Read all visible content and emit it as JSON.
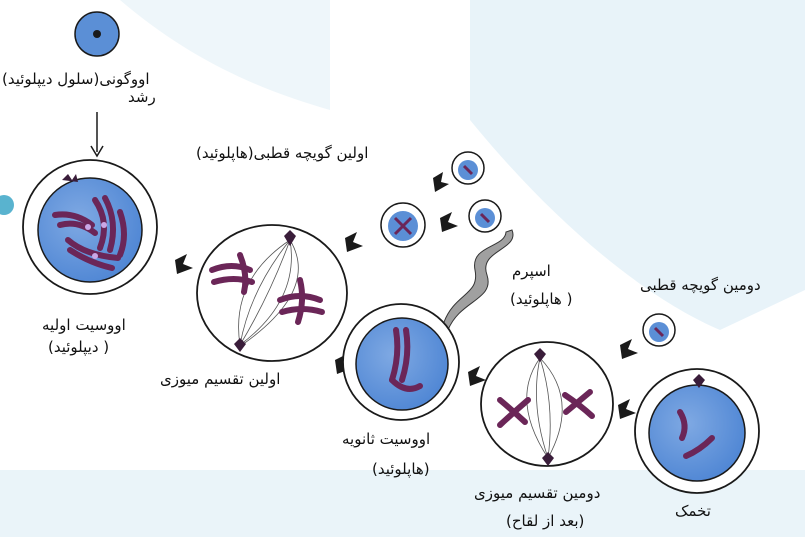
{
  "colors": {
    "watermark": "#e4f1f7",
    "nucleus": "#5b8fd6",
    "nucleus_light": "#9cc0ea",
    "chromosome": "#6b2658",
    "centromere": "#c9a7e6",
    "arrow": "#1a1a1a",
    "sperm": "#9a9a9a"
  },
  "labels": {
    "oogonia_1": "اووگونی(سلول دیپلوئید)",
    "oogonia_2": "رشد",
    "primary_1": "اووسیت اولیه",
    "primary_2": "( دیپلوئید)",
    "meiosis1": "اولین تقسیم میوزی",
    "polar1": "اولین گویچه قطبی(هاپلوئید)",
    "sperm_1": "اسپرم",
    "sperm_2": "( هاپلوئید)",
    "secondary_1": "اووسیت ثانویه",
    "secondary_2": "(هاپلوئید)",
    "meiosis2_1": "دومین تقسیم میوزی",
    "meiosis2_2": "(بعد از لقاح)",
    "polar2": "دومین گویچه قطبی",
    "ovum": "تخمک"
  },
  "icons": [
    "cell-icon",
    "chromosome-icon",
    "spindle-icon",
    "sperm-icon",
    "arrow-icon"
  ]
}
